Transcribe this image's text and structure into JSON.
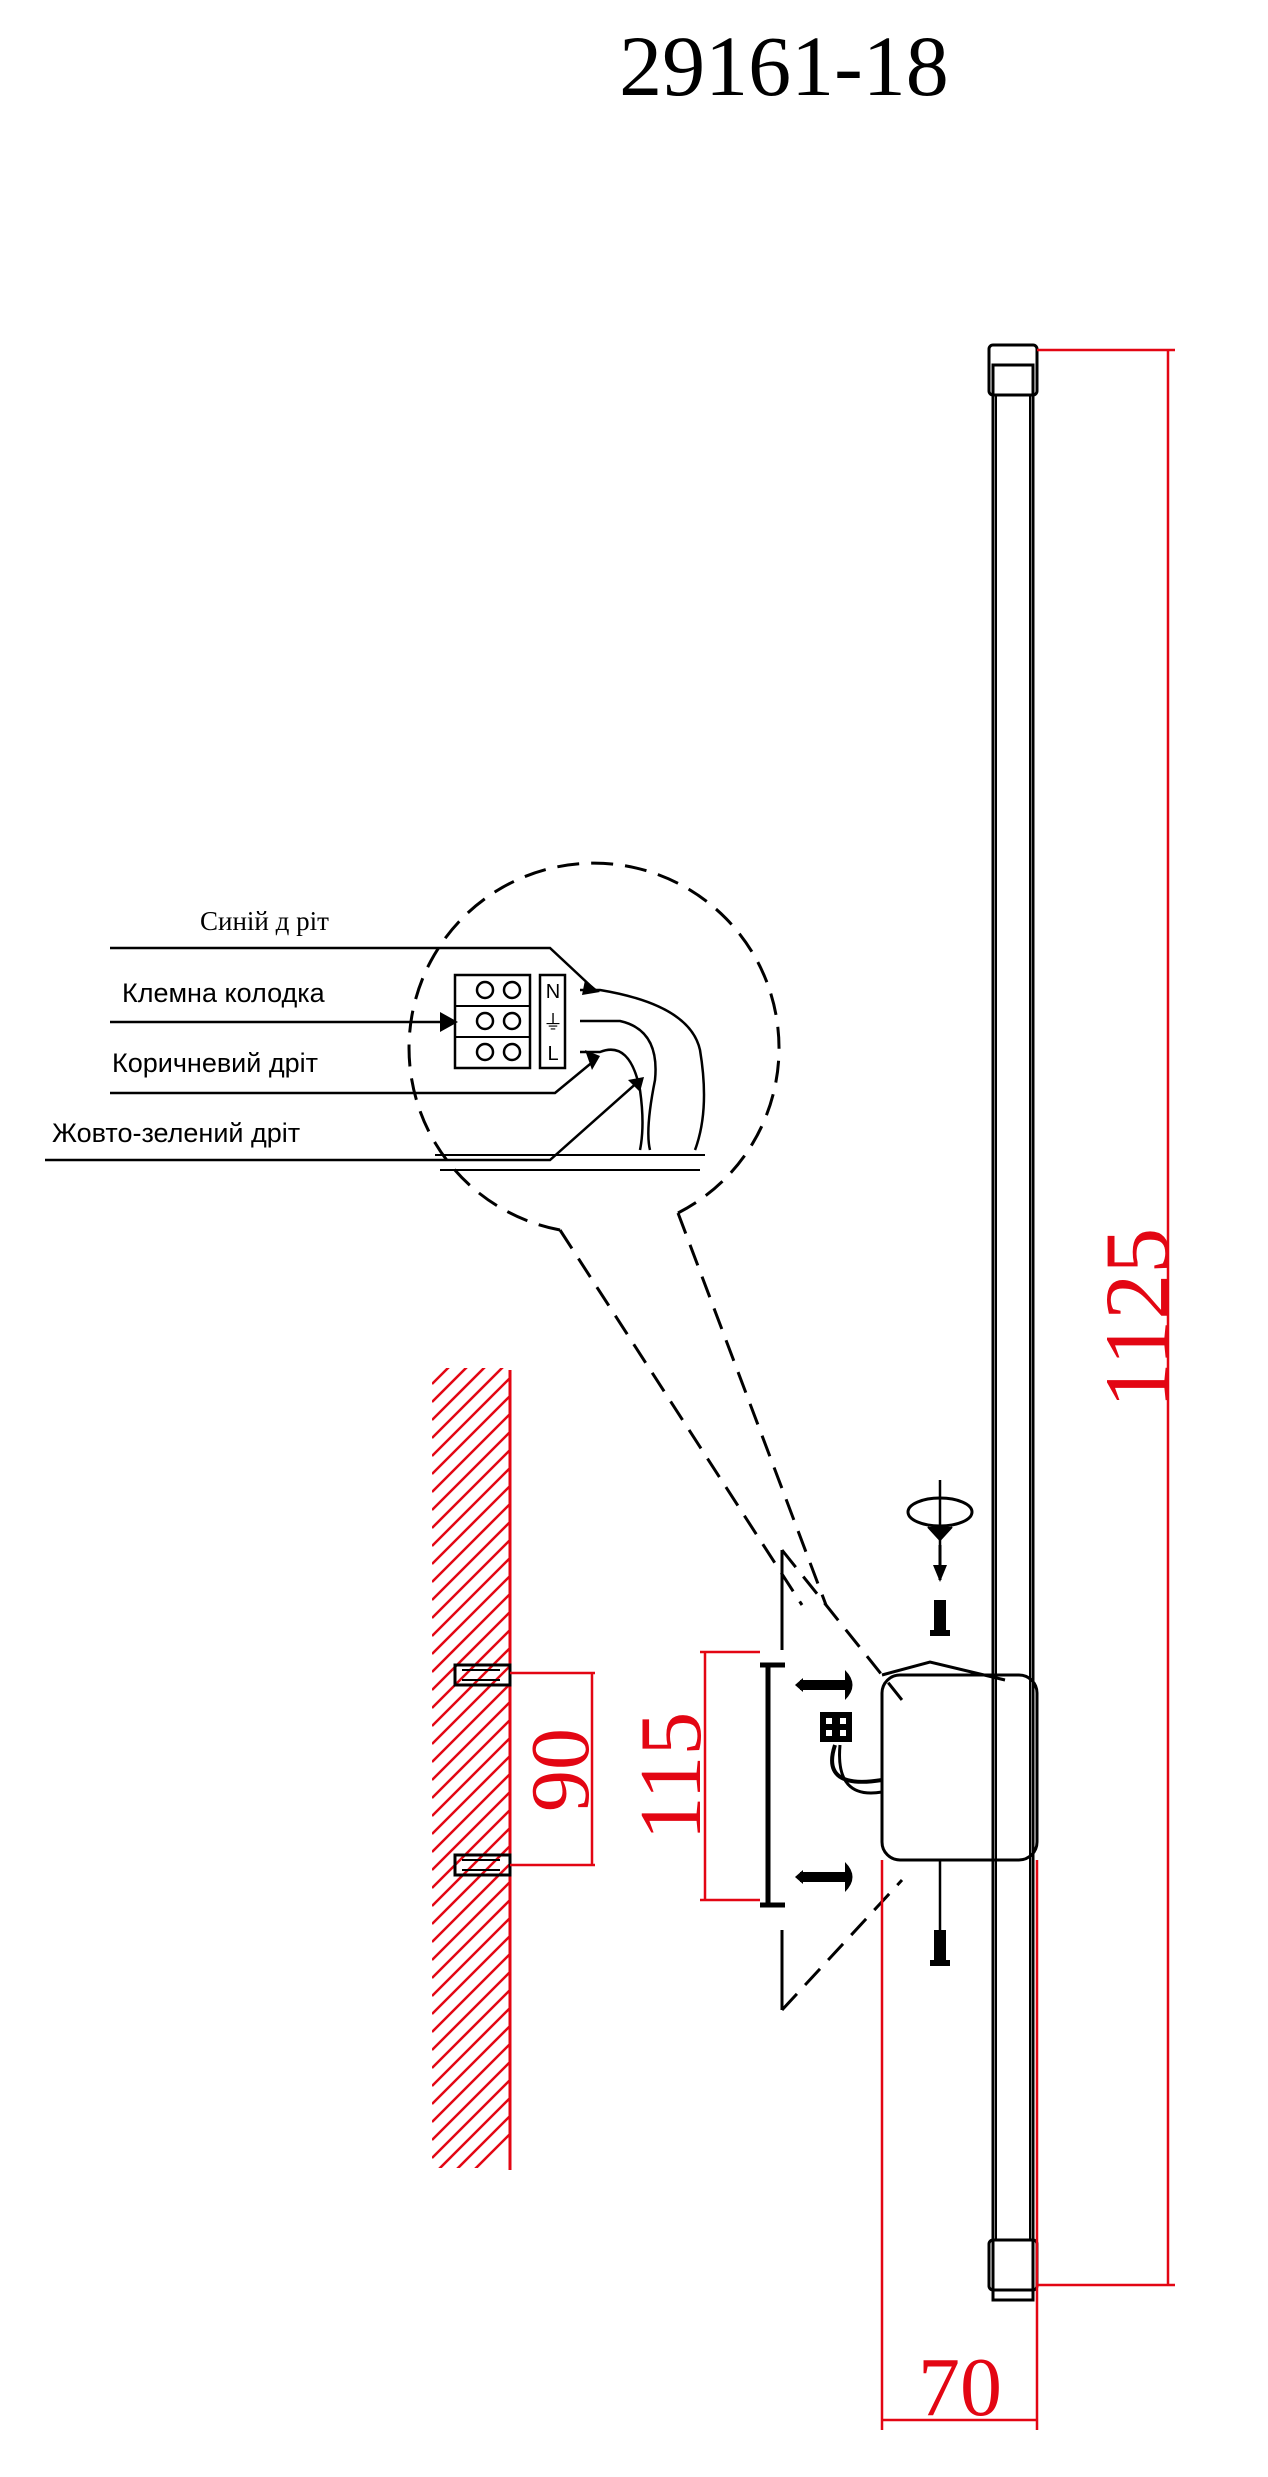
{
  "title": "29161-18",
  "callouts": {
    "blue_wire": "Синій д ріт",
    "terminal_block": "Клемна колодка",
    "brown_wire": "Коричневий дріт",
    "yellow_green_wire": "Жовто-зелений дріт"
  },
  "terminal_labels": {
    "n": "N",
    "ground": "⏚",
    "l": "L"
  },
  "dimensions": {
    "height": "1125",
    "depth": "70",
    "base_height": "115",
    "mount_spacing": "90"
  },
  "colors": {
    "line": "#000000",
    "dimension": "#e30613",
    "background": "#ffffff"
  }
}
